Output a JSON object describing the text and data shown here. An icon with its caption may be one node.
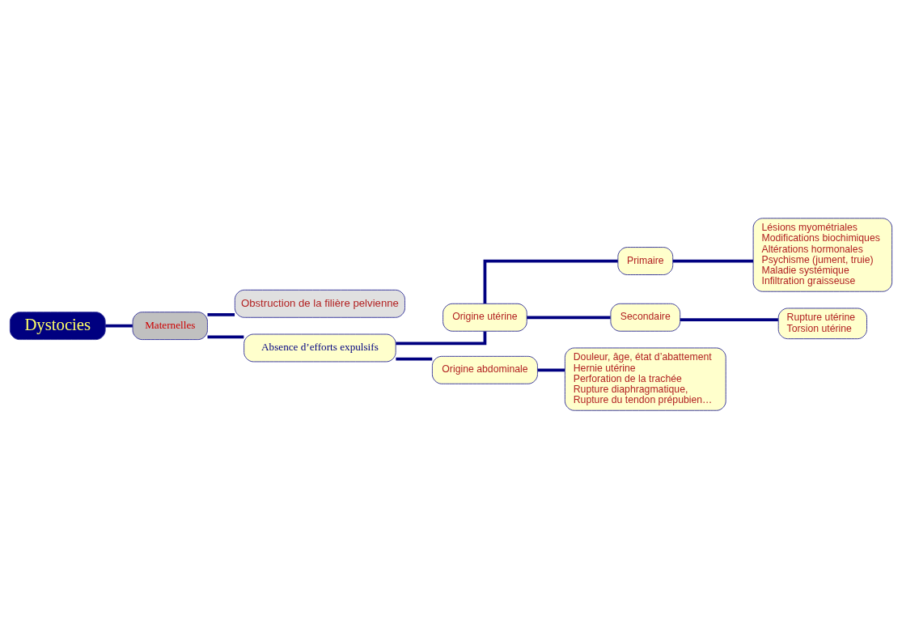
{
  "diagram": {
    "nodes": [
      {
        "text": [
          "Dystocies"
        ]
      },
      {
        "text": [
          "Maternelles"
        ]
      },
      {
        "text": [
          "Obstruction de la filière pelvienne"
        ]
      },
      {
        "text": [
          "Absence d’efforts expulsifs"
        ]
      },
      {
        "text": [
          "Origine utérine"
        ]
      },
      {
        "text": [
          "Lésions myométriales",
          "Modifications biochimiques",
          "Altérations hormonales",
          "Psychisme (jument, truie)",
          "Maladie systémique",
          "Infiltration graisseuse"
        ]
      },
      {
        "text": [
          "Primaire"
        ]
      },
      {
        "text": [
          "Secondaire"
        ]
      },
      {
        "text": [
          "Origine abdominale"
        ]
      },
      {
        "text": [
          "Rupture utérine",
          "Torsion utérine"
        ]
      },
      {
        "text": [
          "Douleur, âge, état d’abattement",
          "Hernie utérine",
          "Perforation de la trachée",
          "Rupture diaphragmatique,",
          "Rupture du tendon prépubien…"
        ]
      }
    ],
    "edges": [
      {
        "from": 0,
        "to": 1,
        "arrow": "none"
      },
      {
        "from": 1,
        "to": 2,
        "arrow": "none"
      },
      {
        "from": 1,
        "to": 3,
        "arrow": "none"
      },
      {
        "from": 3,
        "to": 4,
        "arrow": "none"
      },
      {
        "from": 3,
        "to": 8,
        "arrow": "none"
      },
      {
        "from": 4,
        "to": 6,
        "arrow": "none"
      },
      {
        "from": 4,
        "to": 7,
        "arrow": "none"
      },
      {
        "from": 6,
        "to": 5,
        "arrow": "none"
      },
      {
        "from": 7,
        "to": 9,
        "arrow": "none"
      },
      {
        "from": 8,
        "to": 10,
        "arrow": "none"
      }
    ]
  }
}
